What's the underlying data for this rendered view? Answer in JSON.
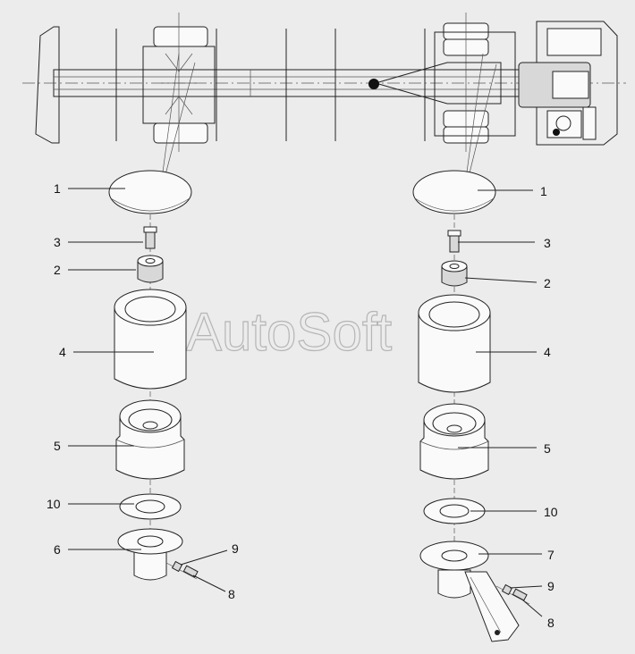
{
  "watermark": "AutoSoft",
  "callouts": {
    "left": {
      "cap": "1",
      "bolt": "3",
      "bushing": "2",
      "body": "4",
      "pad": "5",
      "washer": "10",
      "bracket": "6",
      "nut": "9",
      "screw": "8"
    },
    "right": {
      "cap": "1",
      "bolt": "3",
      "bushing": "2",
      "body": "4",
      "pad": "5",
      "washer": "10",
      "bracket": "7",
      "nut": "9",
      "screw": "8"
    }
  }
}
